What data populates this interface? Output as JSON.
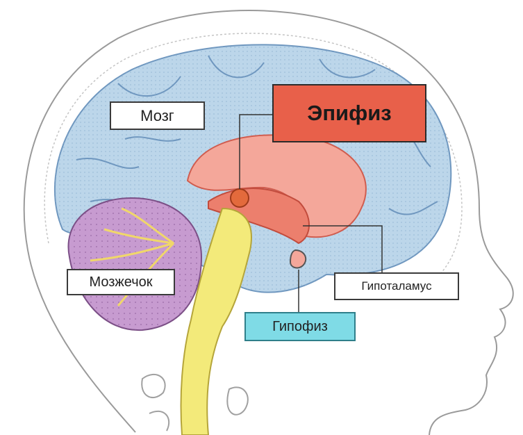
{
  "labels": {
    "brain": "Мозг",
    "epiphysis": "Эпифиз",
    "cerebellum": "Мозжечок",
    "hypothalamus": "Гипоталамус",
    "pituitary": "Гипофиз"
  },
  "colors": {
    "epiphysis_box": "#e8604a",
    "pituitary_box": "#7fdbe6",
    "cerebrum": "#bcd6ea",
    "cerebellum": "#c79bd0",
    "brainstem": "#f3ea7a",
    "limbic": "#f4a79a"
  }
}
